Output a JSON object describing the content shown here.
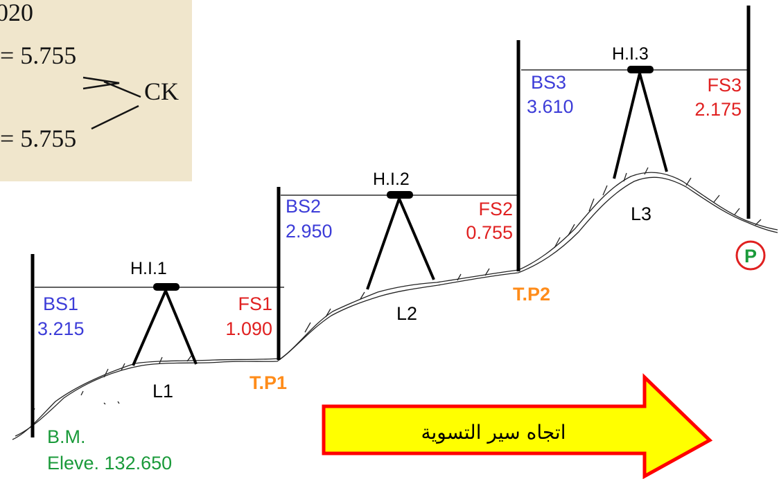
{
  "inset": {
    "top_partial": "020",
    "line1": "= 5.755",
    "line2": "= 5.755",
    "check": "CK"
  },
  "benchmark": {
    "label": "B.M.",
    "elevation": "Eleve. 132.650"
  },
  "setups": [
    {
      "hi": "H.I.1",
      "bs_label": "BS1",
      "bs_value": "3.215",
      "fs_label": "FS1",
      "fs_value": "1.090",
      "level": "L1"
    },
    {
      "hi": "H.I.2",
      "bs_label": "BS2",
      "bs_value": "2.950",
      "fs_label": "FS2",
      "fs_value": "0.755",
      "level": "L2"
    },
    {
      "hi": "H.I.3",
      "bs_label": "BS3",
      "bs_value": "3.610",
      "fs_label": "FS3",
      "fs_value": "2.175",
      "level": "L3"
    }
  ],
  "turning_points": [
    "T.P1",
    "T.P2"
  ],
  "end_point": "P",
  "direction_arrow": "اتجاه سير التسوية",
  "colors": {
    "backsight": "#3c3cd8",
    "foresight": "#e02020",
    "turning_point": "#ff8c1a",
    "benchmark": "#1a9a3a",
    "arrow_fill": "#ffff00",
    "arrow_border": "#ff0000",
    "inset_background": "#f0e6cc"
  }
}
